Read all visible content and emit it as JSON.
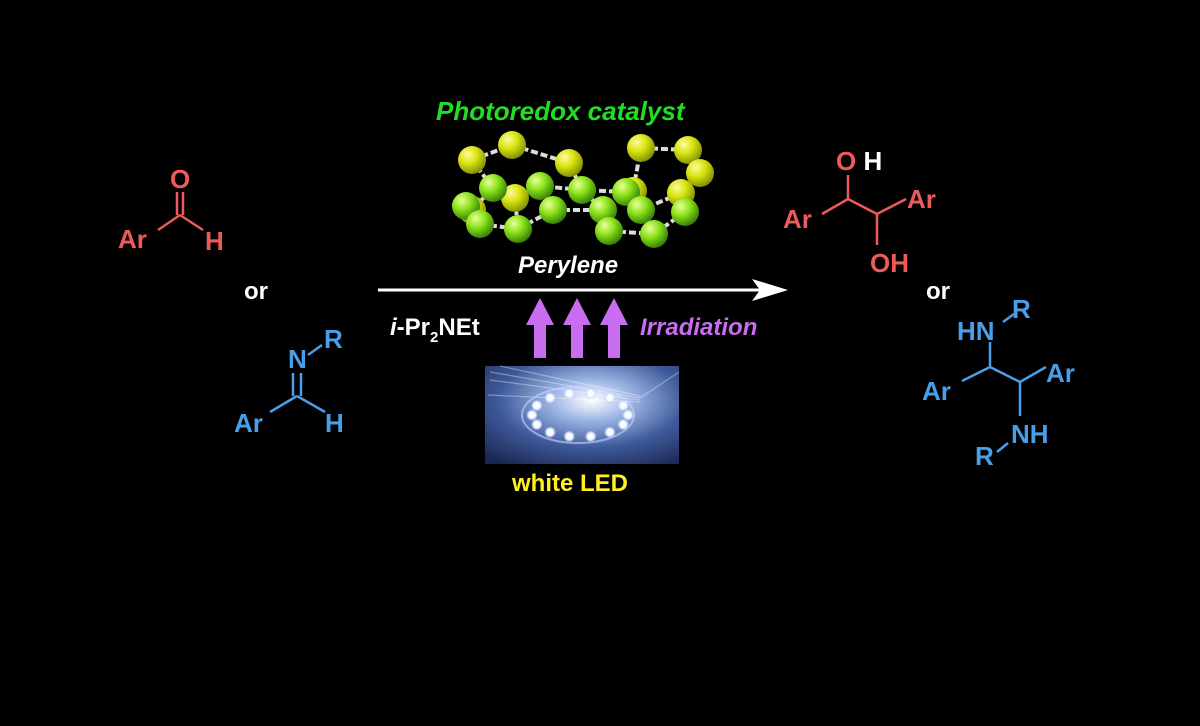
{
  "catalyst": {
    "title": "Photoredox catalyst",
    "name": "Perylene"
  },
  "conditions": {
    "base_prefix": "i",
    "base_main": "-Pr",
    "base_sub": "2",
    "base_suffix": "NEt",
    "irradiation": "Irradiation",
    "light_source": "white LED"
  },
  "reactant_aldehyde": {
    "o": "O",
    "ar": "Ar",
    "h": "H"
  },
  "reactant_imine": {
    "n": "N",
    "r": "R",
    "ar": "Ar",
    "h": "H"
  },
  "product_diol": {
    "oh_top": "OH",
    "ar_left": "Ar",
    "ar_right": "Ar",
    "oh_bottom": "OH"
  },
  "product_diamine": {
    "hn": "HN",
    "r_top": "R",
    "ar_left": "Ar",
    "ar_right": "Ar",
    "nh": "NH",
    "r_bottom": "R"
  },
  "or_labels": [
    "or",
    "or"
  ],
  "colors": {
    "background": "#000000",
    "aldehyde_series": "#ec5a5a",
    "imine_series": "#4a9ee8",
    "catalyst_title": "#22dd22",
    "irradiation": "#c86cf0",
    "light_label": "#ffee22",
    "atom_lime": "#a8ee10",
    "atom_yellow": "#e8ee10"
  }
}
